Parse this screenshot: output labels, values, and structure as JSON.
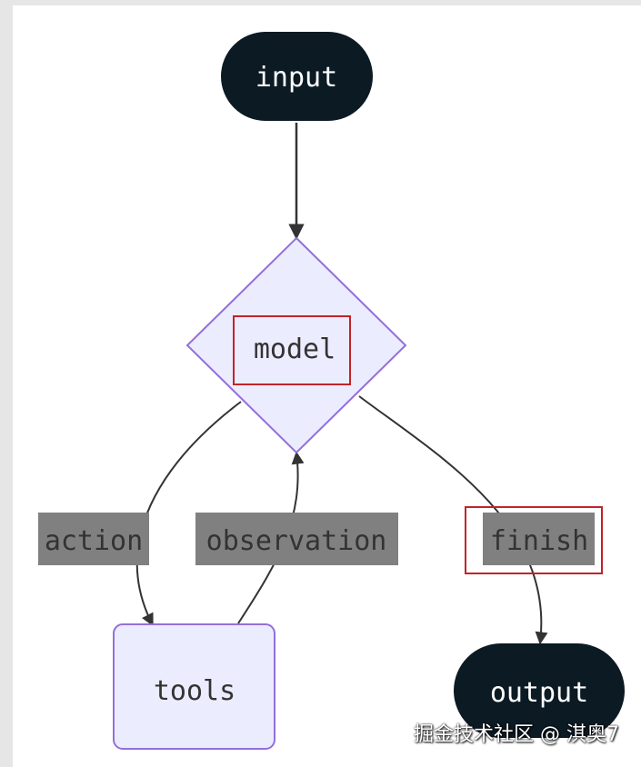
{
  "nodes": {
    "input": "input",
    "model": "model",
    "tools": "tools",
    "output": "output"
  },
  "edges": {
    "action": "action",
    "observation": "observation",
    "finish": "finish"
  },
  "watermark": "掘金技术社区 @ 淇奥7",
  "colors": {
    "terminal_fill": "#0b1a23",
    "terminal_text": "#ffffff",
    "node_fill": "#ececff",
    "node_stroke": "#9370db",
    "edge": "#333333",
    "edge_label_bg": "#808080",
    "highlight_box": "#c0232c",
    "text": "#333333"
  }
}
